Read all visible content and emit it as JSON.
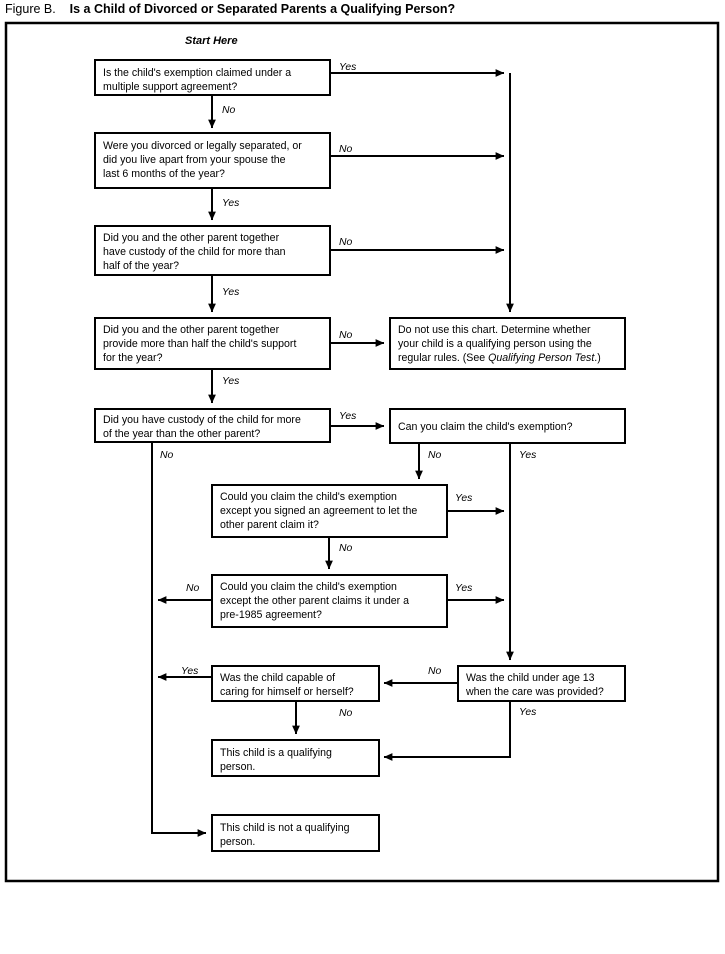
{
  "figure": {
    "label": "Figure B.",
    "title": "Is a Child of Divorced or Separated Parents a Qualifying Person?",
    "start_label": "Start Here",
    "colors": {
      "ink": "#000000",
      "paper": "#ffffff"
    }
  },
  "chart_data": {
    "type": "diagram",
    "title": "Is a Child of Divorced or Separated Parents a Qualifying Person?",
    "nodes": [
      {
        "id": "n1",
        "kind": "decision",
        "lines": [
          "Is the child's exemption claimed under a",
          "multiple support agreement?"
        ]
      },
      {
        "id": "n2",
        "kind": "decision",
        "lines": [
          "Were you divorced or legally separated, or",
          "did you live apart from your spouse the",
          "last 6 months of the year?"
        ]
      },
      {
        "id": "n3",
        "kind": "decision",
        "lines": [
          "Did you and the other parent together",
          "have custody of the child for more than",
          "half of the year?"
        ]
      },
      {
        "id": "n4",
        "kind": "decision",
        "lines": [
          "Did you and the other parent together",
          "provide more than half the child's support",
          "for the year?"
        ]
      },
      {
        "id": "n5",
        "kind": "terminal",
        "lines": [
          "Do not use this chart. Determine whether",
          "your child is a qualifying person using the",
          "regular rules. (See Qualifying Person Test.)"
        ],
        "italic_span": "Qualifying Person Test"
      },
      {
        "id": "n6",
        "kind": "decision",
        "lines": [
          "Did you have custody of the child for more",
          "of the year than the other parent?"
        ]
      },
      {
        "id": "n7",
        "kind": "decision",
        "lines": [
          "Can you claim the child's exemption?"
        ]
      },
      {
        "id": "n8",
        "kind": "decision",
        "lines": [
          "Could you claim the child's exemption",
          "except you signed an agreement to let the",
          "other parent claim it?"
        ]
      },
      {
        "id": "n9",
        "kind": "decision",
        "lines": [
          "Could you claim the child's exemption",
          "except the other parent claims it under a",
          "pre-1985 agreement?"
        ]
      },
      {
        "id": "n10",
        "kind": "decision",
        "lines": [
          "Was the child capable of",
          "caring for himself or herself?"
        ]
      },
      {
        "id": "n11",
        "kind": "decision",
        "lines": [
          "Was the child under age 13",
          "when the care was provided?"
        ]
      },
      {
        "id": "n12",
        "kind": "terminal",
        "lines": [
          "This child is a qualifying",
          "person."
        ]
      },
      {
        "id": "n13",
        "kind": "terminal",
        "lines": [
          "This child is not a qualifying",
          "person."
        ]
      }
    ],
    "edges": [
      {
        "from": "n1",
        "to": "n5",
        "label": "Yes"
      },
      {
        "from": "n1",
        "to": "n2",
        "label": "No"
      },
      {
        "from": "n2",
        "to": "n5",
        "label": "No"
      },
      {
        "from": "n2",
        "to": "n3",
        "label": "Yes"
      },
      {
        "from": "n3",
        "to": "n5",
        "label": "No"
      },
      {
        "from": "n3",
        "to": "n4",
        "label": "Yes"
      },
      {
        "from": "n4",
        "to": "n5",
        "label": "No"
      },
      {
        "from": "n4",
        "to": "n6",
        "label": "Yes"
      },
      {
        "from": "n6",
        "to": "n7",
        "label": "Yes"
      },
      {
        "from": "n6",
        "to": "n13",
        "label": "No"
      },
      {
        "from": "n7",
        "to": "n8",
        "label": "No"
      },
      {
        "from": "n7",
        "to": "n11",
        "label": "Yes"
      },
      {
        "from": "n8",
        "to": "n11",
        "label": "Yes"
      },
      {
        "from": "n8",
        "to": "n9",
        "label": "No"
      },
      {
        "from": "n9",
        "to": "n11",
        "label": "Yes"
      },
      {
        "from": "n9",
        "to": "n13",
        "label": "No"
      },
      {
        "from": "n11",
        "to": "n10",
        "label": "No"
      },
      {
        "from": "n11",
        "to": "n12",
        "label": "Yes"
      },
      {
        "from": "n10",
        "to": "n13",
        "label": "Yes"
      },
      {
        "from": "n10",
        "to": "n12",
        "label": "No"
      }
    ],
    "edge_labels": {
      "e1_yes": "Yes",
      "e1_no": "No",
      "e2_no": "No",
      "e2_yes": "Yes",
      "e3_no": "No",
      "e3_yes": "Yes",
      "e4_no": "No",
      "e4_yes": "Yes",
      "e6_yes": "Yes",
      "e6_no": "No",
      "e7_no": "No",
      "e7_yes": "Yes",
      "e8_yes": "Yes",
      "e8_no": "No",
      "e9_yes": "Yes",
      "e9_no": "No",
      "e11_no": "No",
      "e11_yes": "Yes",
      "e10_yes": "Yes",
      "e10_no": "No"
    }
  }
}
